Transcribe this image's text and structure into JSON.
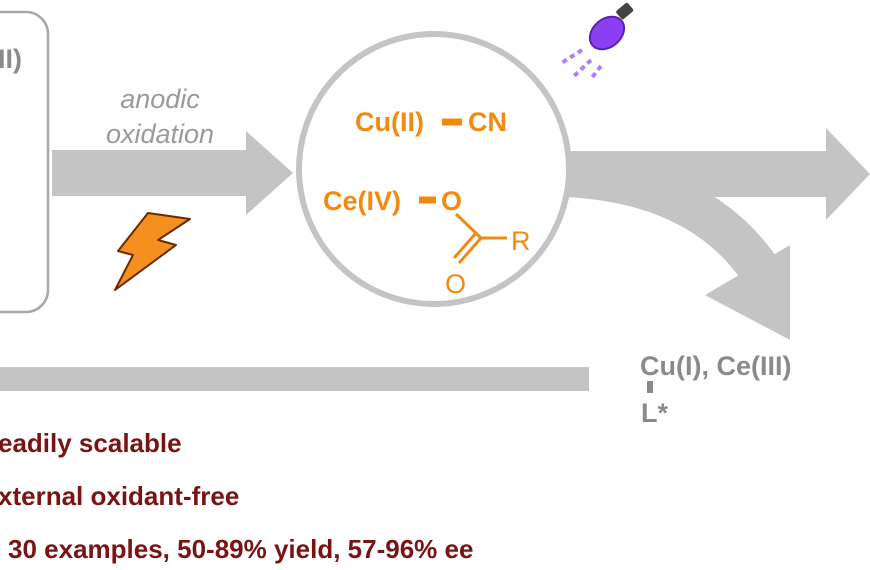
{
  "colors": {
    "gray": "#c4c4c4",
    "gray_text": "#8a8a8a",
    "orange": "#f28a12",
    "dark_red": "#7a1414",
    "bolt": "#f5901e",
    "bulb": "#8b3ff2"
  },
  "icons": {
    "lightning": "lightning-bolt-icon",
    "lamp": "light-bulb-icon"
  },
  "box": {
    "partial_label": "II)"
  },
  "arrow_label": {
    "line1": "anodic",
    "line2": "oxidation"
  },
  "circle": {
    "cu_species": "Cu(II)",
    "cn_group": "CN",
    "ce_species": "Ce(IV)",
    "oxygen": "O",
    "r_group": "R",
    "carbonyl_oxygen": "O"
  },
  "product": {
    "metals": "Cu(I), Ce(III)",
    "ligand": "L*"
  },
  "features": [
    "eadily scalable",
    "xternal oxidant-free",
    "30 examples, 50-89% yield, 57-96% ee"
  ]
}
